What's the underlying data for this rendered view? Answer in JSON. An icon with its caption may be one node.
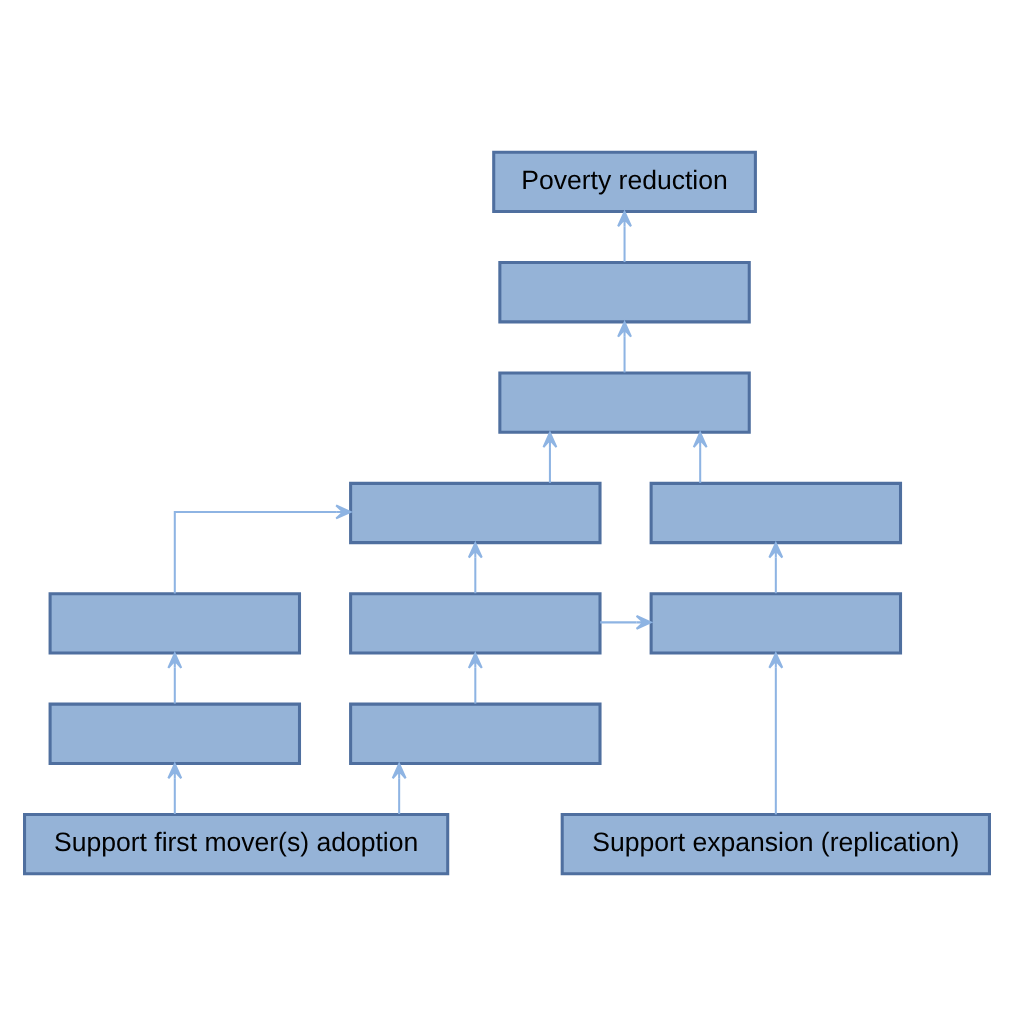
{
  "diagram": {
    "nodes": [
      {
        "text": [
          "Poverty reduction"
        ]
      },
      {
        "text": [],
        "shape": "box"
      },
      {
        "text": [],
        "shape": "box"
      },
      {
        "text": [],
        "shape": "box"
      },
      {
        "text": [],
        "shape": "box"
      },
      {
        "text": [],
        "shape": "box"
      },
      {
        "text": [],
        "shape": "box"
      },
      {
        "text": [],
        "shape": "box"
      },
      {
        "text": [],
        "shape": "box"
      },
      {
        "text": [],
        "shape": "box"
      },
      {
        "text": [
          "Support first mover(s) adoption"
        ]
      },
      {
        "text": [
          "Support expansion (replication)"
        ]
      }
    ],
    "edges": [
      {
        "from": 1,
        "to": 0,
        "arrow": "to"
      },
      {
        "from": 2,
        "to": 1,
        "arrow": "to"
      },
      {
        "from": 3,
        "to": 2,
        "arrow": "to"
      },
      {
        "from": 4,
        "to": 2,
        "arrow": "to"
      },
      {
        "from": 5,
        "to": 3,
        "arrow": "to"
      },
      {
        "from": 6,
        "to": 3,
        "arrow": "to"
      },
      {
        "from": 6,
        "to": 7,
        "arrow": "to"
      },
      {
        "from": 7,
        "to": 4,
        "arrow": "to"
      },
      {
        "from": 8,
        "to": 5,
        "arrow": "to"
      },
      {
        "from": 9,
        "to": 6,
        "arrow": "to"
      },
      {
        "from": 10,
        "to": 8,
        "arrow": "to"
      },
      {
        "from": 10,
        "to": 9,
        "arrow": "to"
      },
      {
        "from": 11,
        "to": 7,
        "arrow": "to"
      }
    ]
  }
}
